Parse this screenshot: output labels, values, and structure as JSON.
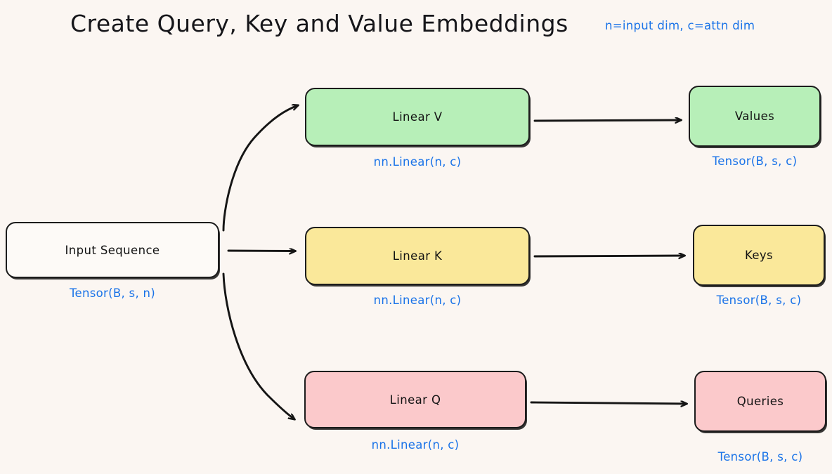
{
  "header": {
    "title": "Create Query, Key and Value Embeddings",
    "subtitle": "n=input dim, c=attn dim"
  },
  "colors": {
    "background": "#fbf6f2",
    "stroke": "#1c1c1c",
    "annotation_blue": "#1a73e8",
    "green_fill": "#b7efb8",
    "yellow_fill": "#fae89a",
    "pink_fill": "#fbc9cb",
    "white_fill": "#fdfaf7"
  },
  "nodes": {
    "input": {
      "label": "Input Sequence",
      "caption": "Tensor(B, s, n)"
    },
    "linear_v": {
      "label": "Linear V",
      "caption": "nn.Linear(n, c)"
    },
    "linear_k": {
      "label": "Linear K",
      "caption": "nn.Linear(n, c)"
    },
    "linear_q": {
      "label": "Linear Q",
      "caption": "nn.Linear(n, c)"
    },
    "values": {
      "label": "Values",
      "caption": "Tensor(B, s, c)"
    },
    "keys": {
      "label": "Keys",
      "caption": "Tensor(B, s, c)"
    },
    "queries": {
      "label": "Queries",
      "caption": "Tensor(B, s, c)"
    }
  },
  "edges": [
    {
      "name": "input-to-linear-v",
      "from": "input",
      "to": "linear_v",
      "style": "curved-up"
    },
    {
      "name": "input-to-linear-k",
      "from": "input",
      "to": "linear_k",
      "style": "straight"
    },
    {
      "name": "input-to-linear-q",
      "from": "input",
      "to": "linear_q",
      "style": "curved-down"
    },
    {
      "name": "linear-v-to-values",
      "from": "linear_v",
      "to": "values",
      "style": "straight"
    },
    {
      "name": "linear-k-to-keys",
      "from": "linear_k",
      "to": "keys",
      "style": "straight"
    },
    {
      "name": "linear-q-to-queries",
      "from": "linear_q",
      "to": "queries",
      "style": "straight"
    }
  ]
}
